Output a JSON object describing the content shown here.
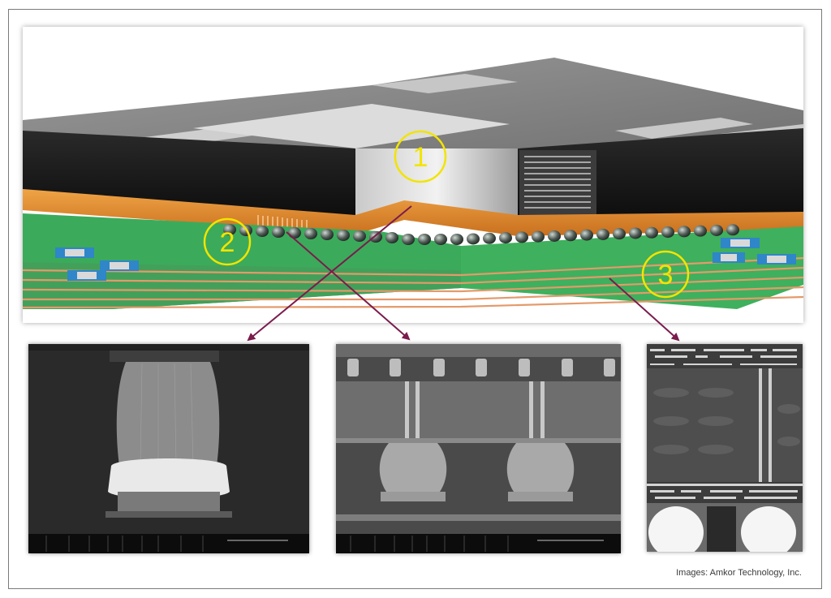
{
  "callouts": [
    {
      "number": "1",
      "target": "sem-panel-1"
    },
    {
      "number": "2",
      "target": "sem-panel-2"
    },
    {
      "number": "3",
      "target": "sem-panel-3"
    }
  ],
  "credit": "Images: Amkor Technology, Inc.",
  "colors": {
    "callout_yellow": "#f2e400",
    "arrow_maroon": "#7b1c4d",
    "interposer_orange": "#e8902f",
    "substrate_green": "#3bab5b",
    "die_black": "#1a1a1a",
    "capacitor_blue": "#2f86c8"
  },
  "sem_panels": [
    {
      "id": "sem-panel-1",
      "subject": "micro-bump"
    },
    {
      "id": "sem-panel-2",
      "subject": "interposer-tsv-and-c4-bumps"
    },
    {
      "id": "sem-panel-3",
      "subject": "substrate-cross-section"
    }
  ]
}
